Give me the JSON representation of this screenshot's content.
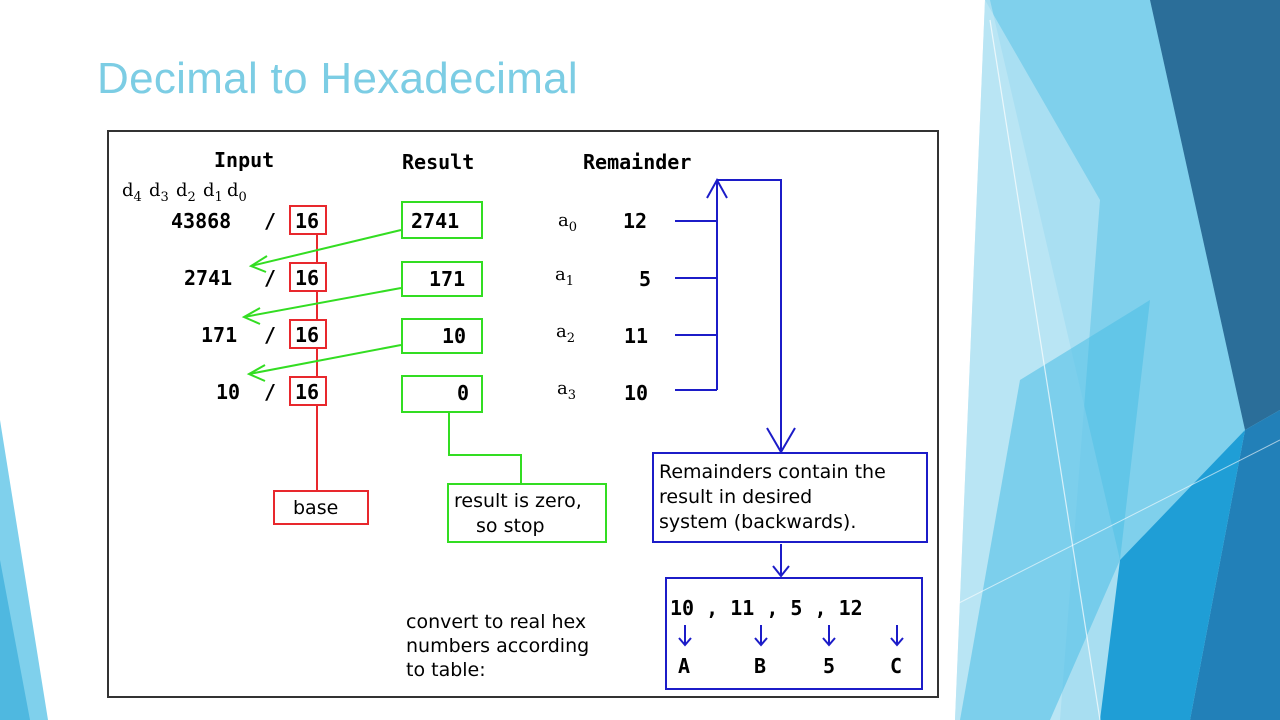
{
  "slide": {
    "title": "Decimal to Hexadecimal"
  },
  "diagram": {
    "headers": {
      "input": "Input",
      "result": "Result",
      "remainder": "Remainder"
    },
    "digit_labels": [
      "d4",
      "d3",
      "d2",
      "d1",
      "d0"
    ],
    "rows": [
      {
        "dividend": "43868",
        "op": "/",
        "base": "16",
        "result": "2741",
        "coef": "a0",
        "remainder": "12"
      },
      {
        "dividend": "2741",
        "op": "/",
        "base": "16",
        "result": "171",
        "coef": "a1",
        "remainder": "5"
      },
      {
        "dividend": "171",
        "op": "/",
        "base": "16",
        "result": "10",
        "coef": "a2",
        "remainder": "11"
      },
      {
        "dividend": "10",
        "op": "/",
        "base": "16",
        "result": "0",
        "coef": "a3",
        "remainder": "10"
      }
    ],
    "base_label": "base",
    "stop_note": [
      "result is zero,",
      "so stop"
    ],
    "remainders_note": [
      "Remainders contain the",
      "result in desired",
      "system (backwards)."
    ],
    "convert_note": [
      "convert to real hex",
      "numbers according",
      "to table:"
    ],
    "hex_sequence": "10 , 11 , 5 , 12",
    "hex_values": [
      {
        "decimal": "10",
        "hex": "A"
      },
      {
        "decimal": "11",
        "hex": "B"
      },
      {
        "decimal": "5",
        "hex": "5"
      },
      {
        "decimal": "12",
        "hex": "C"
      }
    ],
    "colors": {
      "red": "#e8282d",
      "green": "#33dd22",
      "blue": "#1c1cc8",
      "title": "#7ccde4"
    }
  }
}
